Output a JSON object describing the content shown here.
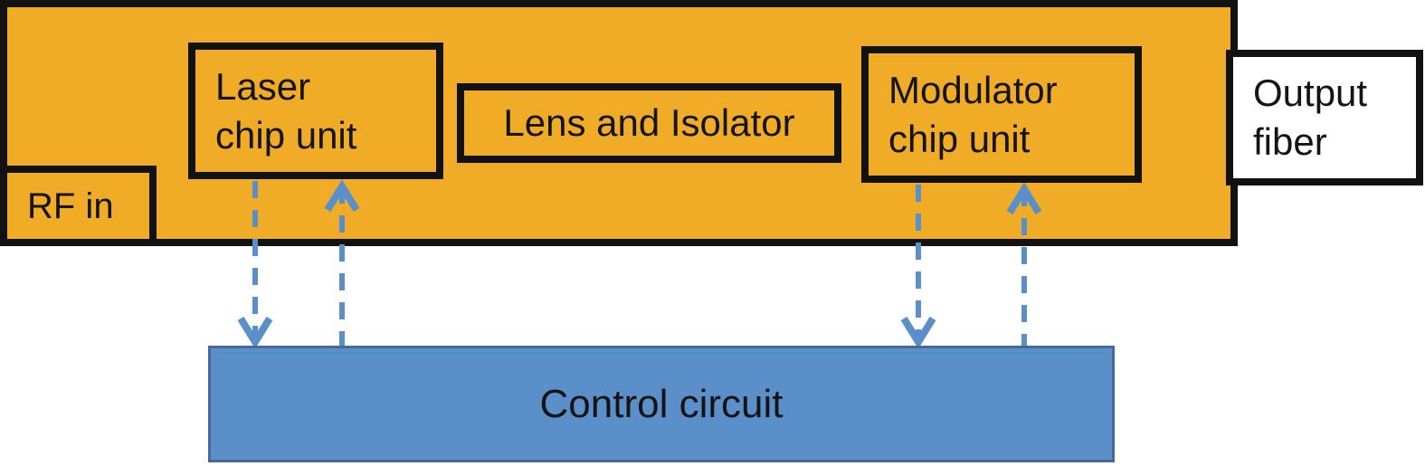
{
  "diagram": {
    "type": "block-diagram",
    "module": {
      "laser": {
        "line1": "Laser",
        "line2": "chip unit"
      },
      "lens_isolator": {
        "label": "Lens and Isolator"
      },
      "modulator": {
        "line1": "Modulator",
        "line2": "chip unit"
      },
      "rf_in": {
        "label": "RF in"
      }
    },
    "output_fiber": {
      "line1": "Output",
      "line2": "fiber"
    },
    "control": {
      "label": "Control circuit"
    },
    "connections": [
      {
        "from": "laser-chip-unit",
        "to": "control-circuit",
        "style": "dashed-arrow-down"
      },
      {
        "from": "control-circuit",
        "to": "laser-chip-unit",
        "style": "dashed-arrow-up"
      },
      {
        "from": "modulator-chip-unit",
        "to": "control-circuit",
        "style": "dashed-arrow-down"
      },
      {
        "from": "control-circuit",
        "to": "modulator-chip-unit",
        "style": "dashed-arrow-up"
      }
    ],
    "colors": {
      "module_fill": "#f1ac27",
      "module_border": "#121212",
      "control_fill": "#5b8fca",
      "control_border": "#46699b",
      "arrow": "#5b8fca",
      "output_fiber_fill": "#ffffff",
      "text": "#141414"
    }
  }
}
